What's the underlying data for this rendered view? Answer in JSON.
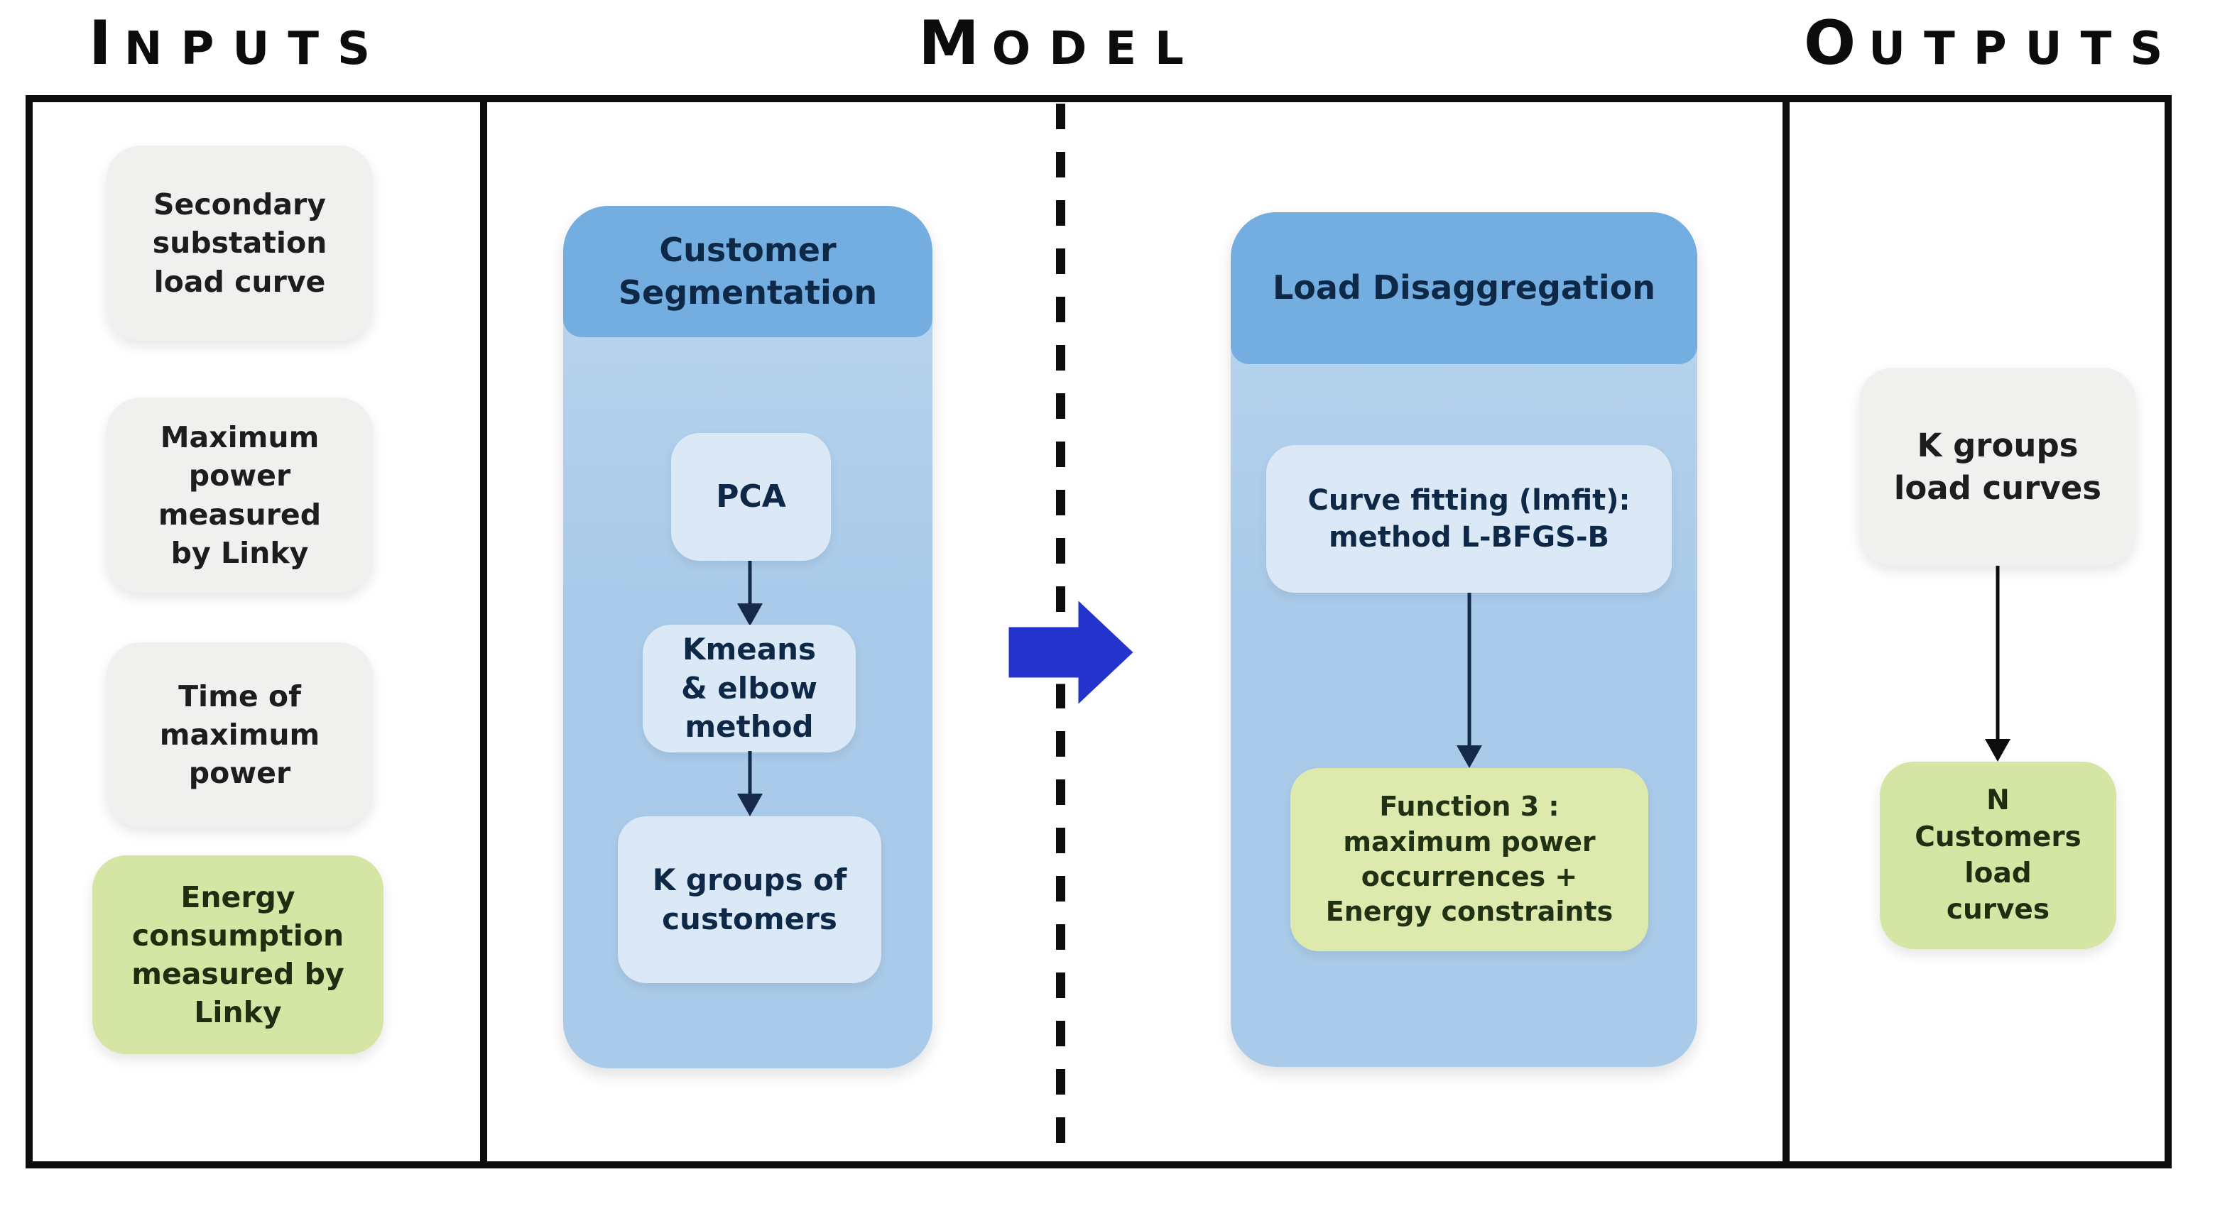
{
  "headers": {
    "inputs": "INPUTS",
    "model": "MODEL",
    "outputs": "OUTPUTS"
  },
  "inputs": {
    "boxes": [
      {
        "label": "Secondary\nsubstation\nload curve",
        "color": "gray"
      },
      {
        "label": "Maximum\npower\nmeasured\nby Linky",
        "color": "gray"
      },
      {
        "label": "Time of\nmaximum\npower",
        "color": "gray"
      },
      {
        "label": "Energy\nconsumption\nmeasured by\nLinky",
        "color": "green"
      }
    ]
  },
  "model": {
    "segmentation": {
      "title": "Customer\nSegmentation",
      "steps": [
        "PCA",
        "Kmeans\n& elbow\nmethod",
        "K groups of\ncustomers"
      ]
    },
    "disaggregation": {
      "title": "Load Disaggregation",
      "steps": [
        "Curve fitting (lmfit):\nmethod L-BFGS-B",
        "Function 3 :\nmaximum power\noccurrences +\nEnergy constraints"
      ]
    }
  },
  "outputs": {
    "boxes": [
      {
        "label": "K groups\nload curves",
        "color": "gray"
      },
      {
        "label": "N\nCustomers\nload\ncurves",
        "color": "green"
      }
    ]
  },
  "colors": {
    "frame": "#0d0d0d",
    "panel_gray": "#f0f0ef",
    "panel_green": "#d5e5a3",
    "step_green": "#dde9ad",
    "container_blue_header": "#74ade0",
    "container_blue_body": "#a9cbe9",
    "step_box_blue": "#dbe8f6",
    "navy_text": "#0e2847",
    "flow_arrow_blue": "#2333cb"
  }
}
